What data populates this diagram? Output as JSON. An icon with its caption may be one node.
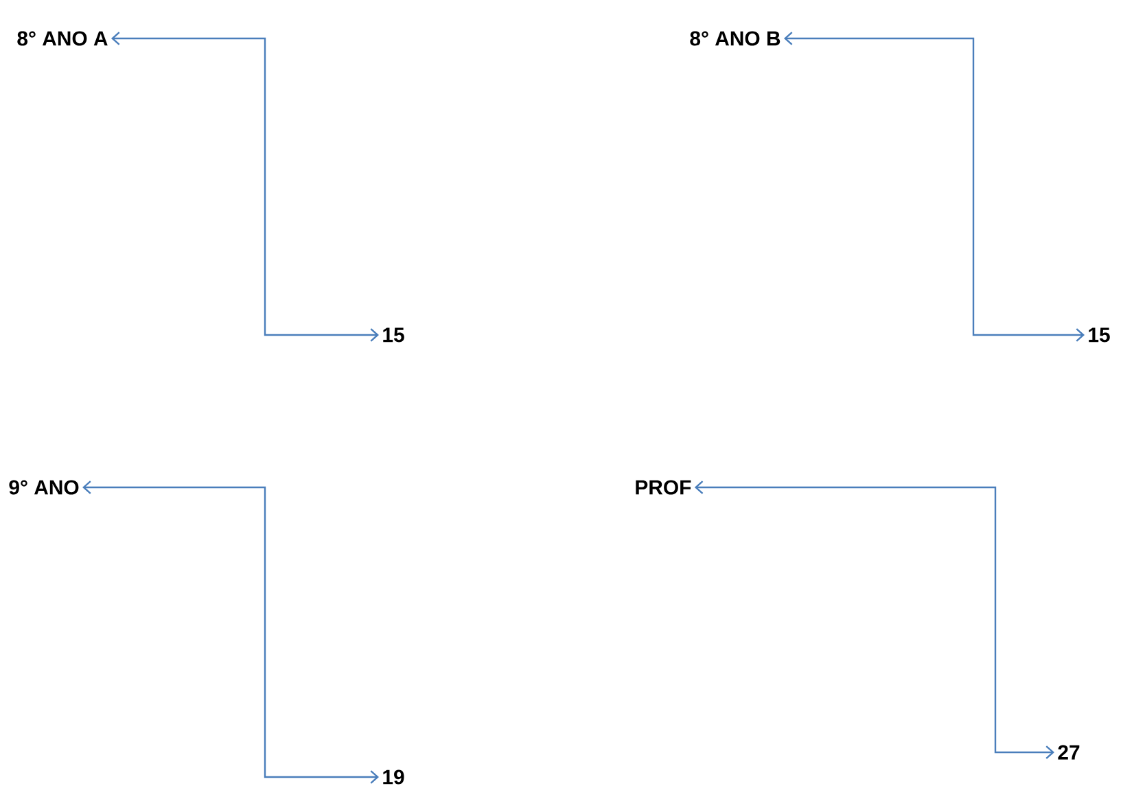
{
  "diagram": {
    "nodes": [
      {
        "text": [
          "8° ANO A"
        ]
      },
      {
        "text": [
          "15"
        ]
      },
      {
        "text": [
          "8° ANO B"
        ]
      },
      {
        "text": [
          "15"
        ]
      },
      {
        "text": [
          "9° ANO"
        ]
      },
      {
        "text": [
          "19"
        ]
      },
      {
        "text": [
          "PROF"
        ]
      },
      {
        "text": [
          "27"
        ]
      }
    ],
    "edges": [
      {
        "from": 0,
        "to": 1,
        "arrow": "both"
      },
      {
        "from": 2,
        "to": 3,
        "arrow": "both"
      },
      {
        "from": 4,
        "to": 5,
        "arrow": "both"
      },
      {
        "from": 6,
        "to": 7,
        "arrow": "both"
      }
    ]
  }
}
